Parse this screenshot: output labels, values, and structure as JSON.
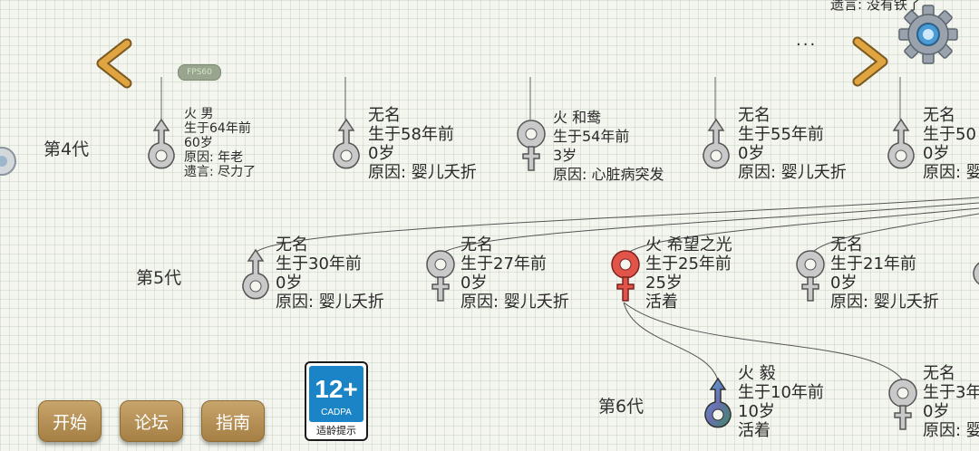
{
  "top_text": "遗言: 没有铁了",
  "more_label": "...",
  "fps_label": "FPS60",
  "generations": [
    {
      "label": "第4代"
    },
    {
      "label": "第5代"
    },
    {
      "label": "第6代"
    }
  ],
  "gen4": [
    {
      "lines": [
        "火 男",
        "生于64年前",
        "60岁",
        "原因: 年老",
        "遗言: 尽力了"
      ],
      "gender": "male",
      "color": "#c9c9c9"
    },
    {
      "lines": [
        "无名",
        "生于58年前",
        "0岁",
        "原因: 婴儿夭折"
      ],
      "gender": "male",
      "color": "#c9c9c9"
    },
    {
      "lines": [
        "火 和鸯",
        "生于54年前",
        "3岁",
        "原因: 心脏病突发"
      ],
      "gender": "female",
      "color": "#c9c9c9"
    },
    {
      "lines": [
        "无名",
        "生于55年前",
        "0岁",
        "原因: 婴儿夭折"
      ],
      "gender": "male",
      "color": "#c9c9c9"
    },
    {
      "lines": [
        "无名",
        "生于50",
        "0岁",
        "原因: 婴"
      ],
      "gender": "male",
      "color": "#c9c9c9"
    }
  ],
  "gen5": [
    {
      "lines": [
        "无名",
        "生于30年前",
        "0岁",
        "原因: 婴儿夭折"
      ],
      "gender": "male",
      "color": "#c9c9c9"
    },
    {
      "lines": [
        "无名",
        "生于27年前",
        "0岁",
        "原因: 婴儿夭折"
      ],
      "gender": "female",
      "color": "#c9c9c9"
    },
    {
      "lines": [
        "火 希望之光",
        "生于25年前",
        "25岁",
        "活着"
      ],
      "gender": "female",
      "color": "#e0544a"
    },
    {
      "lines": [
        "无名",
        "生于21年前",
        "0岁",
        "原因: 婴儿夭折"
      ],
      "gender": "female",
      "color": "#c9c9c9"
    }
  ],
  "gen6": [
    {
      "lines": [
        "火 毅",
        "生于10年前",
        "10岁",
        "活着"
      ],
      "gender": "male",
      "color": "#5a6fa8"
    },
    {
      "lines": [
        "无名",
        "生于3年",
        "0岁",
        "原因: 婴"
      ],
      "gender": "female",
      "color": "#c9c9c9"
    }
  ],
  "buttons": {
    "start": "开始",
    "forum": "论坛",
    "guide": "指南"
  },
  "badge": {
    "age": "12+",
    "org": "CADPA",
    "tip": "适龄提示"
  },
  "icons": {
    "prev": "chevron-left-icon",
    "next": "chevron-right-icon",
    "settings": "gear-icon",
    "male": "male-symbol-icon",
    "female": "female-symbol-icon"
  }
}
